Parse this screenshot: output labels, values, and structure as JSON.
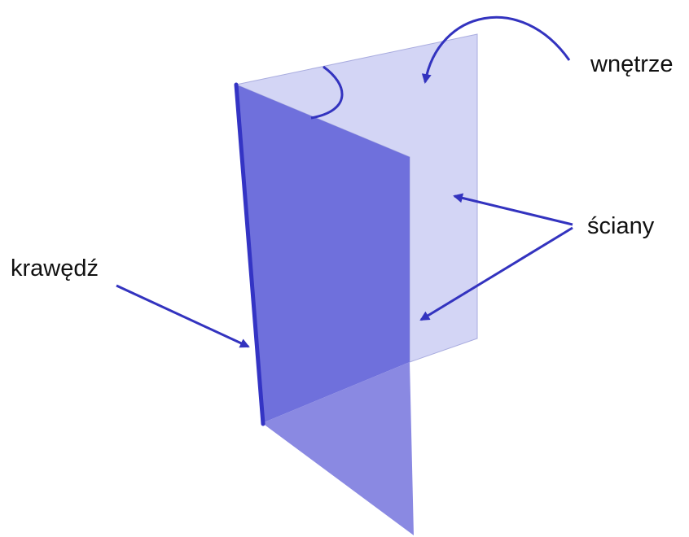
{
  "labels": {
    "interior": "wnętrze",
    "faces": "ściany",
    "edge": "krawędź"
  },
  "colors": {
    "back_face": "#d3d5f5",
    "back_face_stroke": "#a9acdf",
    "front_face": "#6f70dc",
    "front_face_lower": "#8a89e2",
    "edge": "#3434c4",
    "arrow": "#3333bf",
    "text": "#111111"
  }
}
